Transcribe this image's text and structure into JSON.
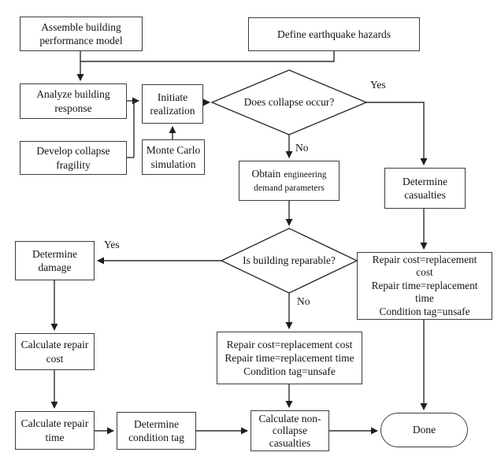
{
  "nodes": {
    "assemble": {
      "line1": "Assemble building",
      "line2": "performance model"
    },
    "define": {
      "line1": "Define earthquake hazards"
    },
    "analyze": {
      "line1": "Analyze building",
      "line2": "response"
    },
    "initiate": {
      "line1": "Initiate",
      "line2": "realization"
    },
    "develop": {
      "line1": "Develop collapse",
      "line2": "fragility"
    },
    "monte_carlo": {
      "line1": "Monte Carlo",
      "line2": "simulation"
    },
    "collapse_decision": {
      "label": "Does collapse occur?"
    },
    "obtain_edp": {
      "word1": "Obtain",
      "word2": "engineering",
      "line2": "demand parameters"
    },
    "determine_casualties": {
      "line1": "Determine",
      "line2": "casualties"
    },
    "reparable_decision": {
      "label": "Is building reparable?"
    },
    "determine_damage": {
      "line1": "Determine",
      "line2": "damage"
    },
    "collapse_consequence": {
      "line1": "Repair cost=replacement",
      "line2": "cost",
      "line3": "Repair time=replacement",
      "line4": "time",
      "line5": "Condition tag=unsafe"
    },
    "irreparable_consequence": {
      "line1": "Repair cost=replacement cost",
      "line2": "Repair time=replacement time",
      "line3": "Condition tag=unsafe"
    },
    "calc_repair_cost": {
      "line1": "Calculate repair",
      "line2": "cost"
    },
    "calc_repair_time": {
      "line1": "Calculate repair",
      "line2": "time"
    },
    "determine_condition_tag": {
      "line1": "Determine",
      "line2": "condition tag"
    },
    "calc_non_collapse": {
      "line1": "Calculate non-",
      "line2": "collapse",
      "line3": "casualties"
    },
    "done": {
      "label": "Done"
    }
  },
  "edge_labels": {
    "collapse_yes": "Yes",
    "collapse_no": "No",
    "reparable_yes": "Yes",
    "reparable_no": "No"
  },
  "colors": {
    "line": "#2e2e2e",
    "border": "#3d3d3d",
    "text": "#141414",
    "background": "#ffffff"
  }
}
